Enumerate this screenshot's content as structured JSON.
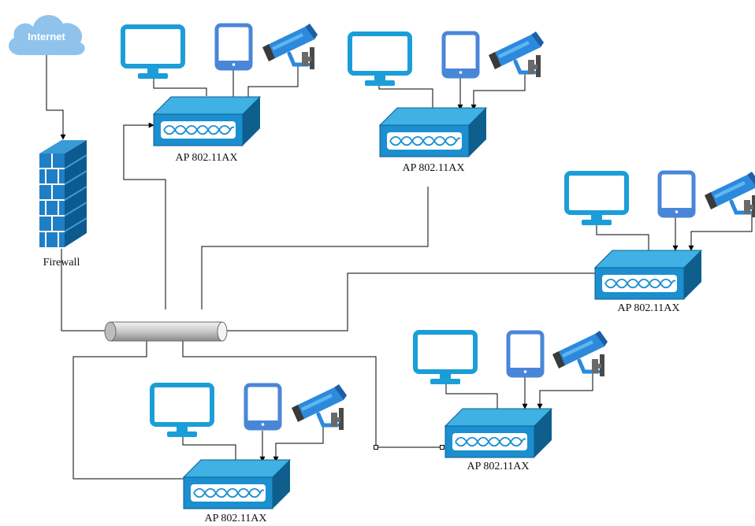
{
  "cloud": {
    "label": "Internet",
    "icon": "cloud-icon",
    "color": "#8fc3ec"
  },
  "firewall": {
    "label": "Firewall",
    "icon": "firewall-icon",
    "color": "#1f7fc4"
  },
  "switch": {
    "icon": "switch-bus-icon"
  },
  "access_points": [
    {
      "label": "AP 802.11AX",
      "icon": "access-point-icon"
    },
    {
      "label": "AP 802.11AX",
      "icon": "access-point-icon"
    },
    {
      "label": "AP 802.11AX",
      "icon": "access-point-icon"
    },
    {
      "label": "AP 802.11AX",
      "icon": "access-point-icon"
    },
    {
      "label": "AP 802.11AX",
      "icon": "access-point-icon"
    }
  ],
  "client_icons": [
    "monitor-icon",
    "tablet-icon",
    "security-camera-icon"
  ],
  "colors": {
    "ap_front": "#1b8fcf",
    "ap_top": "#3fb1e4",
    "ap_side": "#0e5f8e",
    "monitor": "#1b9ed8",
    "tablet": "#4a86d8",
    "camera": "#2c89dc",
    "line": "#000000"
  }
}
